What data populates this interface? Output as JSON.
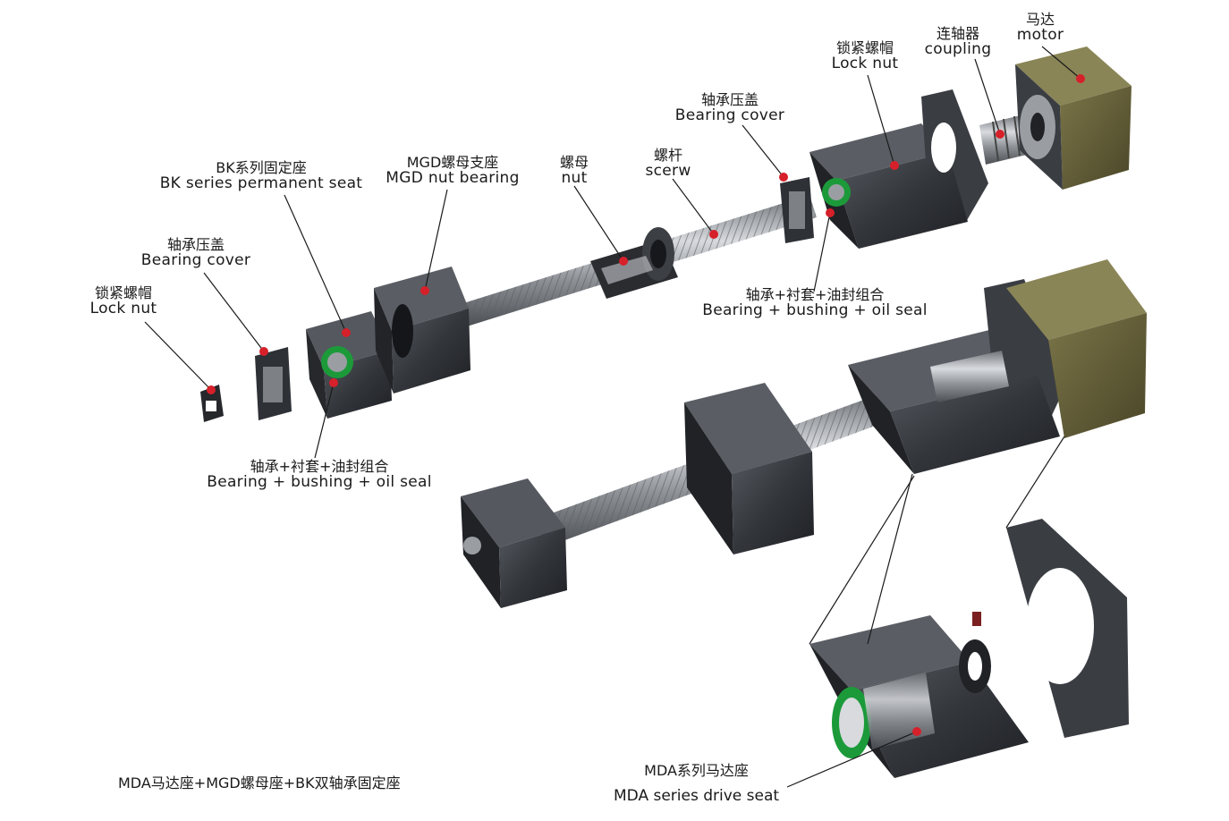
{
  "labels": {
    "motor": {
      "zh": "马达",
      "en": "motor"
    },
    "coupling": {
      "zh": "连轴器",
      "en": "coupling"
    },
    "lock_nut_right": {
      "zh": "锁紧螺帽",
      "en": "Lock nut"
    },
    "bearing_cover_right": {
      "zh": "轴承压盖",
      "en": "Bearing cover"
    },
    "screw": {
      "zh": "螺杆",
      "en": "scerw"
    },
    "nut": {
      "zh": "螺母",
      "en": "nut"
    },
    "mgd_nut_bearing": {
      "zh": "MGD螺母支座",
      "en": "MGD nut bearing"
    },
    "bk_seat": {
      "zh": "BK系列固定座",
      "en": "BK series permanent seat"
    },
    "bearing_cover_left": {
      "zh": "轴承压盖",
      "en": "Bearing cover"
    },
    "lock_nut_left": {
      "zh": "锁紧螺帽",
      "en": "Lock nut"
    },
    "bearing_combo_left": {
      "zh": "轴承+衬套+油封组合",
      "en": "Bearing + bushing + oil seal"
    },
    "bearing_combo_right": {
      "zh": "轴承+衬套+油封组合",
      "en": "Bearing + bushing + oil seal"
    },
    "mda_drive_seat": {
      "zh": "MDA系列马达座",
      "en": "MDA series drive seat"
    }
  },
  "caption": "MDA马达座+MGD螺母座+BK双轴承固定座",
  "colors": {
    "block": "#2e3136",
    "block_light": "#4a4f56",
    "screw": "#9a9ea3",
    "marker": "#d6202a",
    "motor": "#5e5a34",
    "seal": "#1c9a3a"
  }
}
